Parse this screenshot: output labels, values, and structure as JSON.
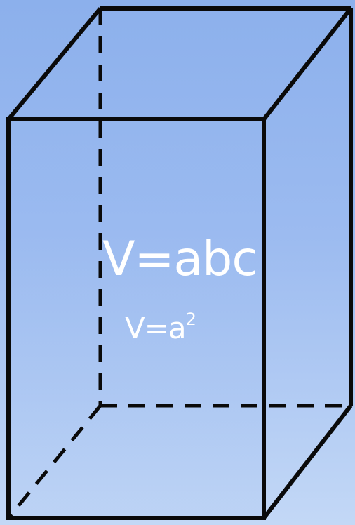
{
  "diagram": {
    "shape": "rectangular-prism",
    "style": "wireframe with dashed hidden edges",
    "formulas": {
      "volume_box": "V=abc",
      "volume_square_base_prefix": "V=a",
      "volume_square_base_exponent": "2"
    }
  },
  "colors": {
    "background_top": "#8fb3ee",
    "background_mid": "#9ebdf2",
    "background_bottom": "#bcd3f5",
    "edge": "#0a0a0a",
    "formula_text": "#ffffff"
  }
}
